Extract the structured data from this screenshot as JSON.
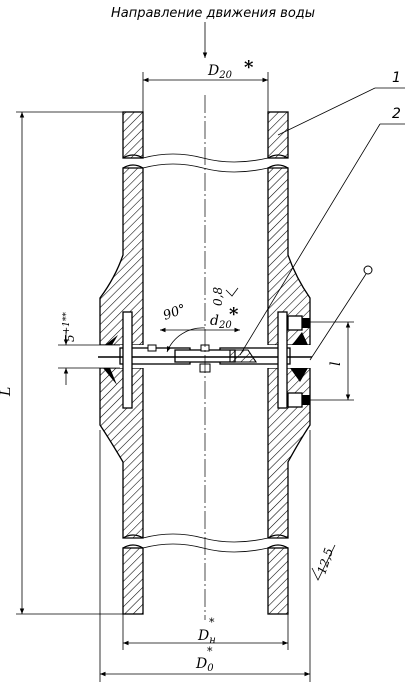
{
  "header": {
    "flow_direction": "Направление движения воды",
    "asterisk": "*"
  },
  "dimensions": {
    "inner_dia": "D",
    "inner_dia_sub": "20",
    "orifice_dia": "d",
    "orifice_dia_sub": "20",
    "orifice_star": "*",
    "edge_value": "0,8",
    "angle": "90°",
    "gap": "5",
    "gap_tol": "+1**",
    "length_L": "L",
    "length_l": "l",
    "outer_dia": "D",
    "outer_dia_sub": "н",
    "outer_dia_star": "*",
    "flange_dia": "D",
    "flange_dia_sub": "0",
    "flange_dia_star": "*",
    "roughness": "12,5"
  },
  "callouts": {
    "pipe": "1",
    "orifice_plate": "2"
  }
}
